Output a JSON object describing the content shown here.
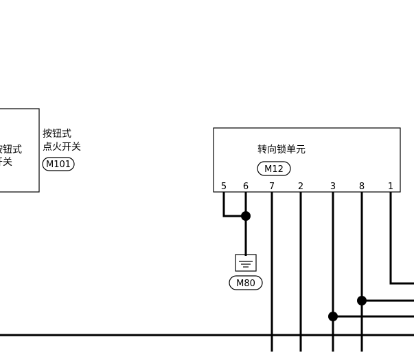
{
  "switch_box": {
    "label_line1": "按钮式",
    "label_line2": "开关"
  },
  "switch_caption": {
    "line1": "按钮式",
    "line2": "点火开关",
    "connector": "M101"
  },
  "lock_unit": {
    "title": "转向锁单元",
    "connector": "M12",
    "pins": [
      "5",
      "6",
      "7",
      "2",
      "3",
      "8",
      "1"
    ]
  },
  "ground": {
    "connector": "M80"
  }
}
